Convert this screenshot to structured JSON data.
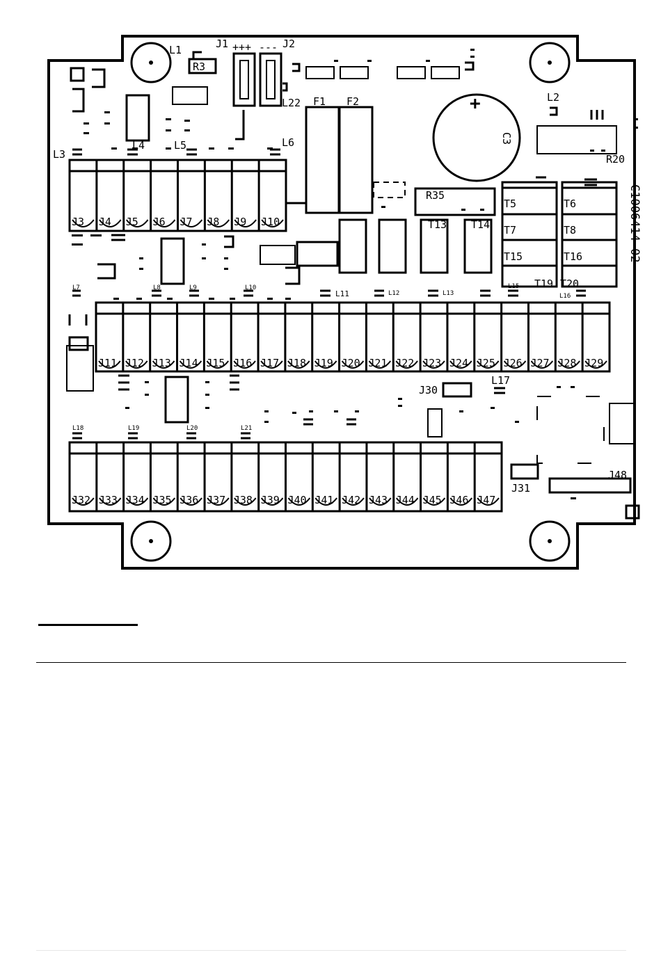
{
  "board": {
    "part_number": "C1006414-02",
    "labels": {
      "L1": "L1",
      "R3": "R3",
      "J1": "J1",
      "J1_pol": "+++",
      "J2_pol": "---",
      "J2": "J2",
      "L22": "L22",
      "F1": "F1",
      "F2": "F2",
      "C3": "C3",
      "plus": "+",
      "L2": "L2",
      "R20": "R20",
      "L3": "L3",
      "L4": "L4",
      "L5": "L5",
      "L6": "L6",
      "R35": "R35",
      "T5": "T5",
      "T6": "T6",
      "T7": "T7",
      "T8": "T8",
      "T13": "T13",
      "T14": "T14",
      "T15": "T15",
      "T16": "T16",
      "T19": "T19",
      "T20": "T20",
      "L7": "L7",
      "L8": "L8",
      "L9": "L9",
      "L10": "L10",
      "L11": "L11",
      "L12": "L12",
      "L13": "L13",
      "L15": "L15",
      "L16": "L16",
      "J30": "J30",
      "L17": "L17",
      "L18": "L18",
      "L19": "L19",
      "L20": "L20",
      "L21": "L21",
      "J31": "J31",
      "J48": "J48"
    },
    "row1_connectors": [
      "J3",
      "J4",
      "J5",
      "J6",
      "J7",
      "J8",
      "J9",
      "J10"
    ],
    "row2_connectors": [
      "J11",
      "J12",
      "J13",
      "J14",
      "J15",
      "J16",
      "J17",
      "J18",
      "J19",
      "J20",
      "J21",
      "J22",
      "J23",
      "J24",
      "J25",
      "J26",
      "J27",
      "J28",
      "J29"
    ],
    "row3_connectors": [
      "J32",
      "J33",
      "J34",
      "J35",
      "J36",
      "J37",
      "J38",
      "J39",
      "J40",
      "J41",
      "J42",
      "J43",
      "J44",
      "J45",
      "J46",
      "J47"
    ]
  }
}
